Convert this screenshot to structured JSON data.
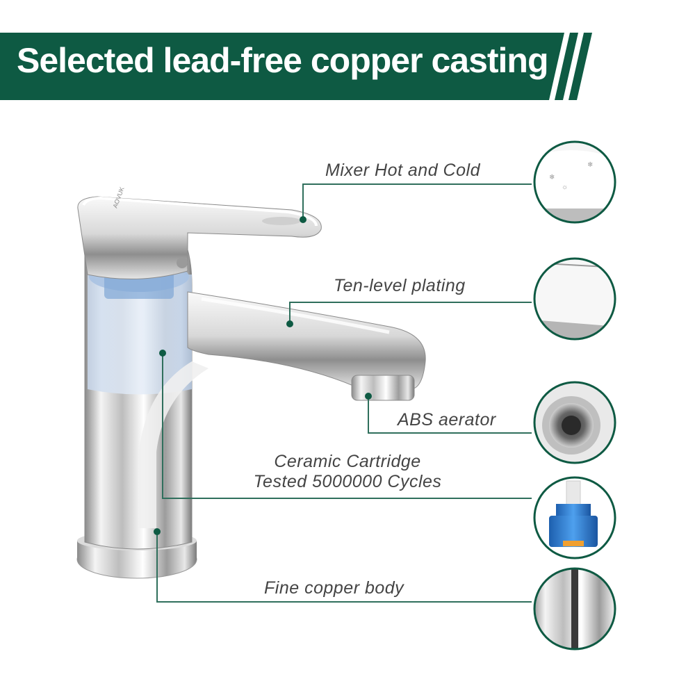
{
  "banner": {
    "title": "Selected lead-free copper casting",
    "color": "#0e5a43"
  },
  "callouts": [
    {
      "label": "Mixer Hot and Cold",
      "detail": "handle-top-closeup"
    },
    {
      "label": "Ten-level plating",
      "detail": "plated-surface-closeup"
    },
    {
      "label": "ABS aerator",
      "detail": "aerator-closeup"
    },
    {
      "label_line1": "Ceramic Cartridge",
      "label_line2": "Tested 5000000 Cycles",
      "detail": "cartridge-closeup"
    },
    {
      "label": "Fine copper body",
      "detail": "body-closeup"
    }
  ],
  "product": {
    "name": "faucet",
    "handle_text": "AOVUK"
  },
  "colors": {
    "accent": "#0e5a43",
    "leader_line": "#2f6f5c",
    "chrome_light": "#f2f2f2",
    "chrome_dark": "#6a6a6a",
    "cartridge_blue": "#2a7fd0"
  }
}
